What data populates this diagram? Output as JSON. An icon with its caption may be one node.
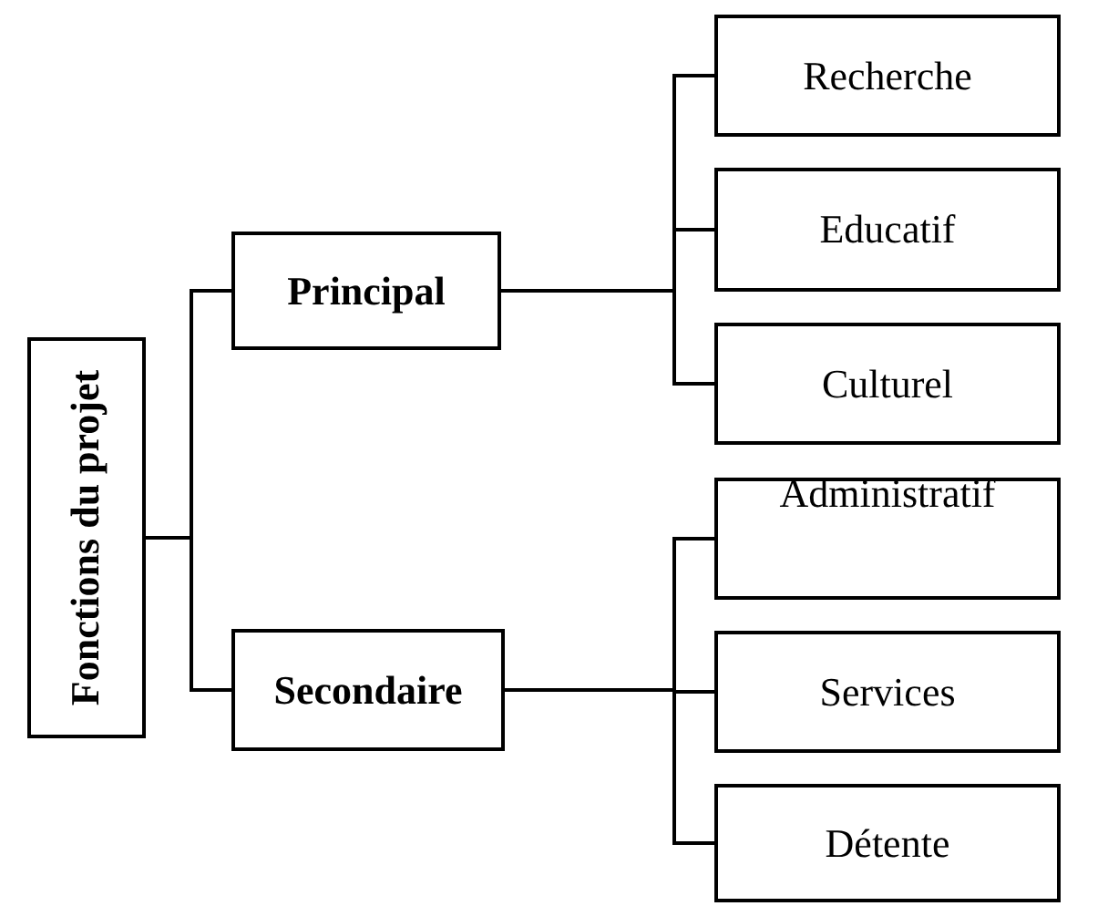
{
  "diagram": {
    "nodes": [
      {
        "text": [
          "Fonctions du projet"
        ]
      },
      {
        "text": [
          "Principal"
        ]
      },
      {
        "text": [
          "Secondaire"
        ]
      },
      {
        "text": [
          "Recherche"
        ]
      },
      {
        "text": [
          "Educatif"
        ]
      },
      {
        "text": [
          "Culturel"
        ]
      },
      {
        "text": [
          "Administratif"
        ]
      },
      {
        "text": [
          "Services"
        ]
      },
      {
        "text": [
          "Détente"
        ]
      }
    ],
    "edges": [
      {
        "from": 0,
        "to": 1,
        "arrow": "none"
      },
      {
        "from": 0,
        "to": 2,
        "arrow": "none"
      },
      {
        "from": 1,
        "to": 3,
        "arrow": "none"
      },
      {
        "from": 1,
        "to": 4,
        "arrow": "none"
      },
      {
        "from": 1,
        "to": 5,
        "arrow": "none"
      },
      {
        "from": 2,
        "to": 6,
        "arrow": "none"
      },
      {
        "from": 2,
        "to": 7,
        "arrow": "none"
      },
      {
        "from": 2,
        "to": 8,
        "arrow": "none"
      }
    ]
  }
}
